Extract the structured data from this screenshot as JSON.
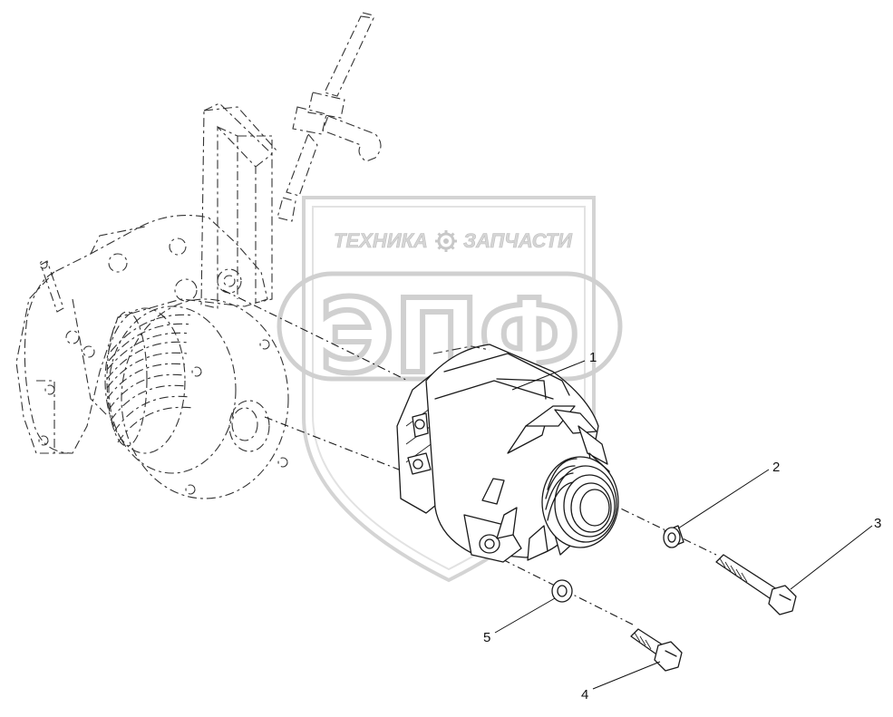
{
  "watermark": {
    "top_left": "ТЕХНИКА",
    "top_right": "ЗАПЧАСТИ",
    "emblem": "ЭПФ",
    "gear_icon": "gear-icon"
  },
  "callouts": [
    {
      "label": "1"
    },
    {
      "label": "2"
    },
    {
      "label": "3"
    },
    {
      "label": "4"
    },
    {
      "label": "5"
    }
  ]
}
